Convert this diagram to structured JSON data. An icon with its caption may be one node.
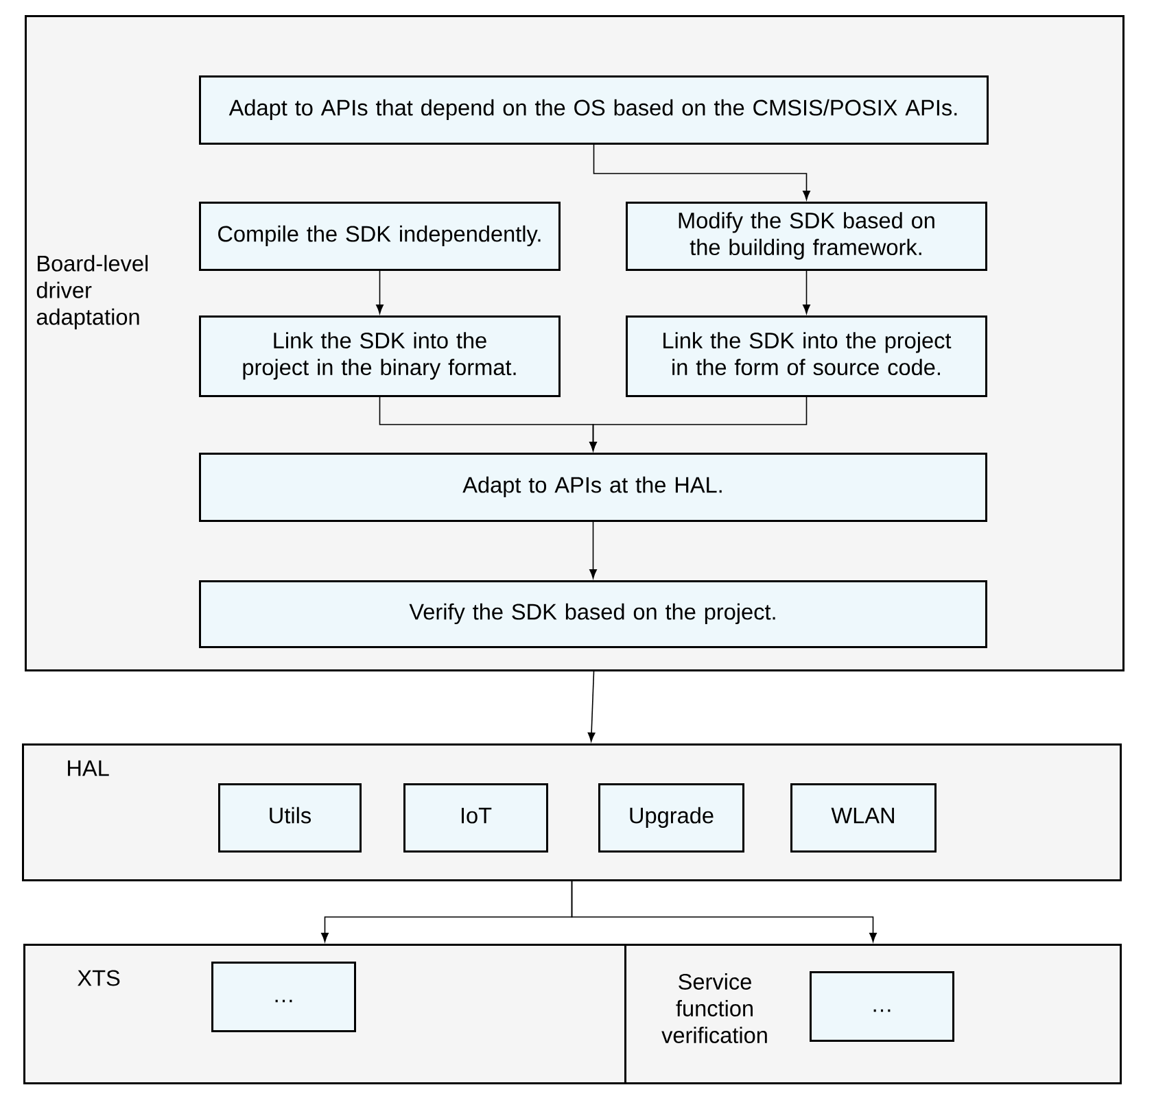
{
  "diagram": {
    "nodes": [
      {
        "text": [
          "Board-level driver adaptation"
        ]
      },
      {
        "text": [
          "Adapt to APIs that depend on the OS based on the CMSIS/POSIX APIs."
        ],
        "in": 0
      },
      {
        "text": [
          "Compile the SDK independently."
        ],
        "in": 0
      },
      {
        "text": [
          "Modify the SDK based on the building framework."
        ],
        "in": 0
      },
      {
        "text": [
          "Link the SDK into the project in the binary format."
        ],
        "in": 0
      },
      {
        "text": [
          "Link the SDK into the project in the form of source code."
        ],
        "in": 0
      },
      {
        "text": [
          "Adapt to APIs at the HAL."
        ],
        "in": 0
      },
      {
        "text": [
          "Verify the SDK based on the project."
        ],
        "in": 0
      },
      {
        "text": [
          "HAL"
        ]
      },
      {
        "text": [
          "Utils"
        ],
        "in": 8
      },
      {
        "text": [
          "IoT"
        ],
        "in": 8
      },
      {
        "text": [
          "Upgrade"
        ],
        "in": 8
      },
      {
        "text": [
          "WLAN"
        ],
        "in": 8
      },
      {
        "text": [
          "XTS"
        ]
      },
      {
        "text": [
          "…"
        ],
        "in": 13
      },
      {
        "text": [
          "Service function verification"
        ]
      },
      {
        "text": [
          "…"
        ],
        "in": 15
      }
    ],
    "edges": [
      {
        "from": 1,
        "to": 3,
        "arrow": "to"
      },
      {
        "from": 2,
        "to": 4,
        "arrow": "to"
      },
      {
        "from": 3,
        "to": 5,
        "arrow": "to"
      },
      {
        "from": 4,
        "to": 6,
        "arrow": "to"
      },
      {
        "from": 5,
        "to": 6,
        "arrow": "to"
      },
      {
        "from": 6,
        "to": 7,
        "arrow": "to"
      },
      {
        "from": 0,
        "to": 8,
        "arrow": "to"
      },
      {
        "from": 8,
        "to": 13,
        "arrow": "to"
      },
      {
        "from": 8,
        "to": 15,
        "arrow": "to"
      }
    ]
  }
}
